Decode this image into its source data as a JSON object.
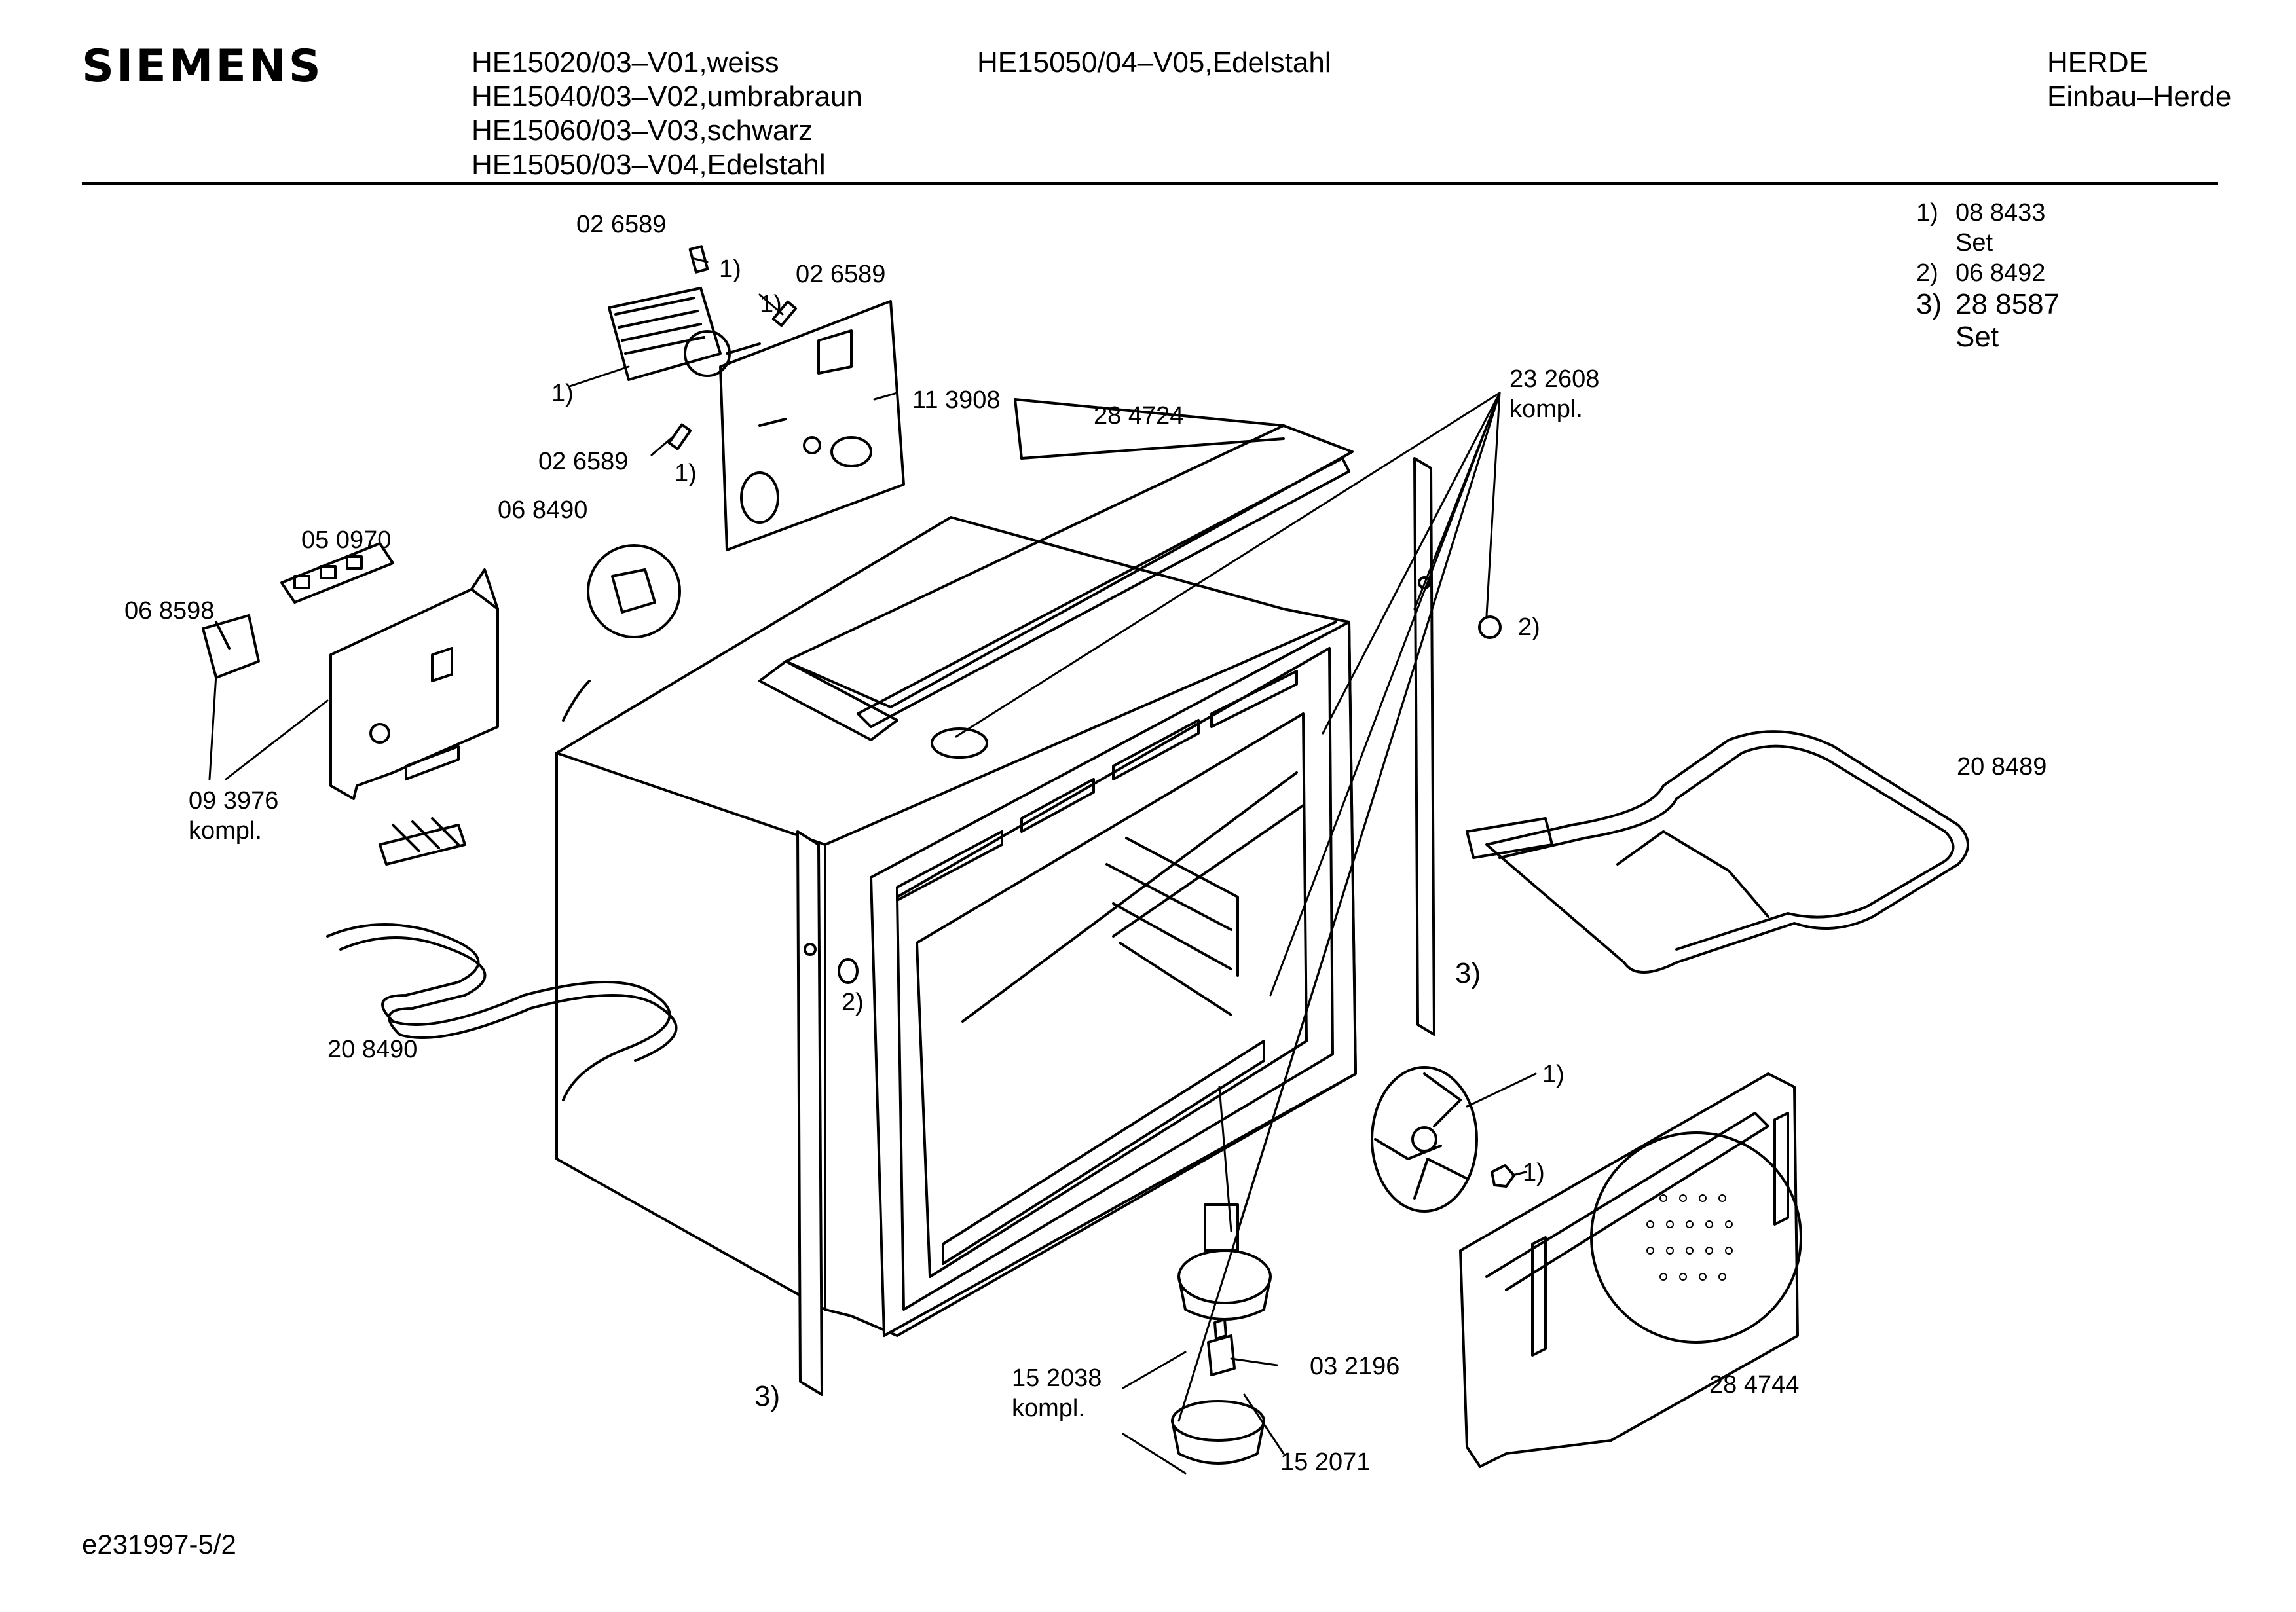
{
  "brand": "SIEMENS",
  "header": {
    "models_col1": [
      "HE15020/03–V01,weiss",
      "HE15040/03–V02,umbrabraun",
      "HE15060/03–V03,schwarz",
      "HE15050/03–V04,Edelstahl"
    ],
    "models_col2": [
      "HE15050/04–V05,Edelstahl"
    ],
    "category": [
      "HERDE",
      "Einbau–Herde"
    ]
  },
  "legend": [
    {
      "key": "1)",
      "lines": [
        "08 8433",
        "Set"
      ]
    },
    {
      "key": "2)",
      "lines": [
        "06 8492"
      ]
    },
    {
      "key": "3)",
      "lines": [
        "28 8587",
        "Set"
      ]
    }
  ],
  "parts": {
    "p026589a": "02 6589",
    "p026589b": "02 6589",
    "p026589c": "02 6589",
    "p113908": "11 3908",
    "p284724": "28 4724",
    "p232608": "23 2608",
    "p232608k": "kompl.",
    "p050970": "05 0970",
    "p068490": "06 8490",
    "p068598": "06 8598",
    "p093976": "09 3976",
    "p093976k": "kompl.",
    "p208490": "20 8490",
    "p208489": "20 8489",
    "p152038": "15 2038",
    "p152038k": "kompl.",
    "p032196": "03 2196",
    "p152071": "15 2071",
    "p284744": "28 4744"
  },
  "refs": {
    "r1a": "1)",
    "r1b": "1)",
    "r1c": "1)",
    "r1d": "1)",
    "r1e": "1)",
    "r1f": "1)",
    "r2a": "2)",
    "r2b": "2)",
    "r3a": "3)",
    "r3b": "3)"
  },
  "footer": "e231997-5/2"
}
